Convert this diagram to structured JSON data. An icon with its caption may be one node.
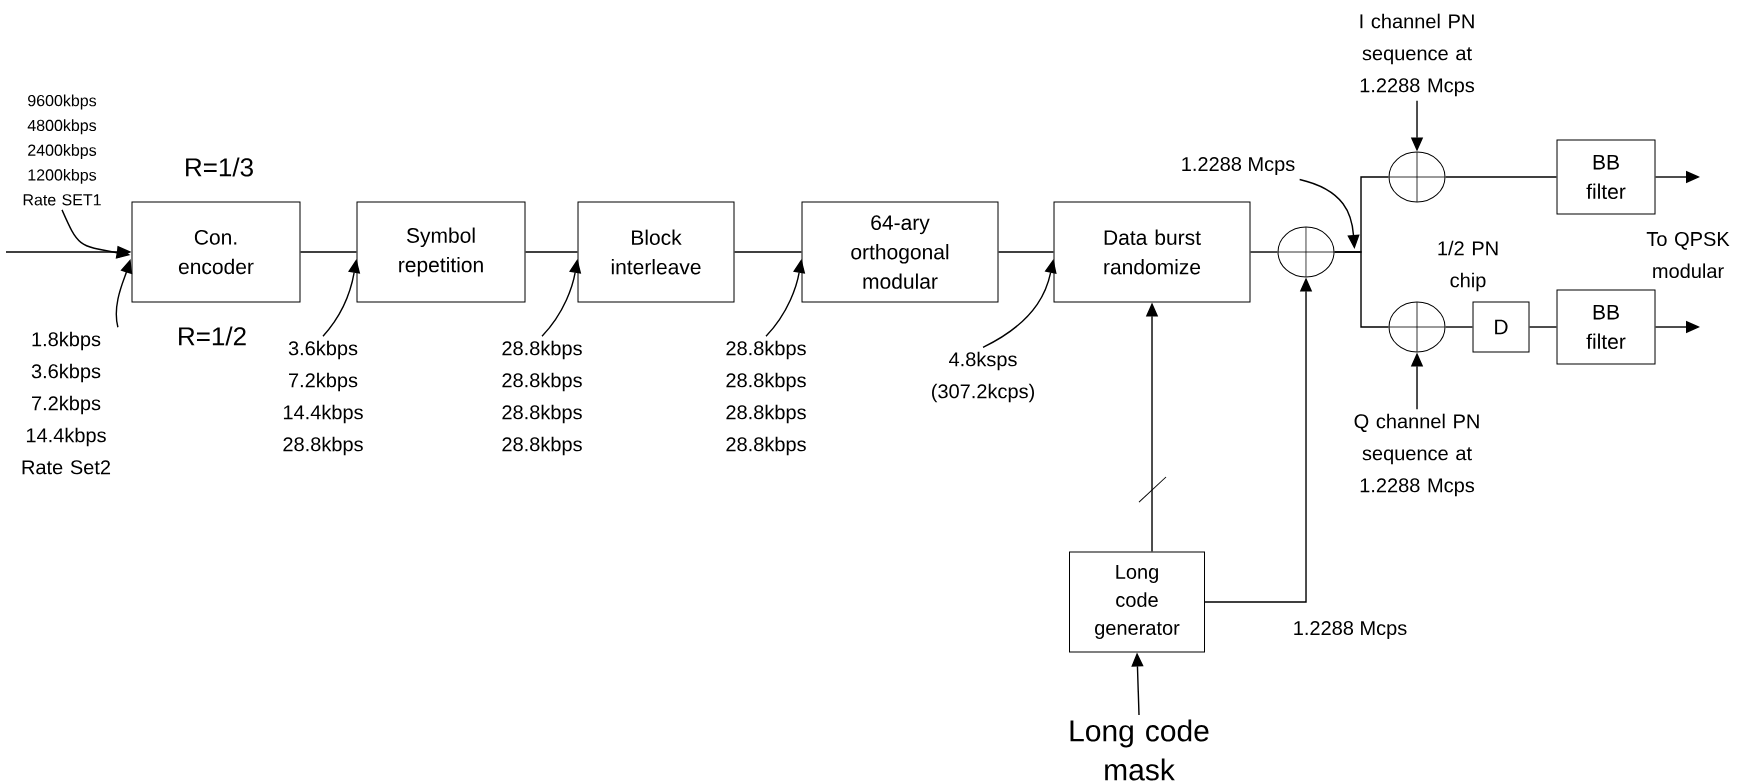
{
  "diagram": {
    "nodes": [
      {
        "text": [
          "Con. encoder"
        ]
      },
      {
        "text": [
          "Symbol repetition"
        ]
      },
      {
        "text": [
          "Block interleave"
        ]
      },
      {
        "text": [
          "64-ary orthogonal modular"
        ]
      },
      {
        "text": [
          "Data burst randomize"
        ]
      },
      {
        "text": [],
        "shape": "circle"
      },
      {
        "text": [],
        "shape": "circle"
      },
      {
        "text": [],
        "shape": "circle"
      },
      {
        "text": [
          "D"
        ],
        "beside": [
          "1/2 PN chip"
        ]
      },
      {
        "text": [
          "BB filter"
        ]
      },
      {
        "text": [
          "BB filter"
        ]
      },
      {
        "text": [
          "Long code generator"
        ]
      },
      {
        "text": [
          "Long code mask"
        ]
      },
      {
        "text": [
          "I channel PN sequence at 1.2288 Mcps"
        ]
      },
      {
        "text": [
          "Q channel PN sequence at 1.2288 Mcps"
        ]
      },
      {
        "text": [
          "9600kbps 4800kbps 2400kbps 1200kbps Rate SET1"
        ]
      },
      {
        "text": [
          "1.8kbps 3.6kbps 7.2kbps 14.4kbps Rate Set2"
        ]
      },
      {
        "text": [
          "3.6kbps 7.2kbps 14.4kbps 28.8kbps"
        ]
      },
      {
        "text": [
          "28.8kbps 28.8kbps 28.8kbps 28.8kbps"
        ]
      },
      {
        "text": [
          "28.8kbps 28.8kbps 28.8kbps 28.8kbps"
        ]
      },
      {
        "text": [
          "4.8ksps (307.2kcps)"
        ]
      },
      {
        "text": [
          "1.2288 Mcps"
        ]
      }
    ],
    "edges": [
      {
        "from": null,
        "to": 0,
        "arrow": "to"
      },
      {
        "from": 0,
        "to": 1,
        "arrow": "none"
      },
      {
        "from": 1,
        "to": 2,
        "arrow": "none"
      },
      {
        "from": 2,
        "to": 3,
        "arrow": "none"
      },
      {
        "from": 3,
        "to": 4,
        "arrow": "none"
      },
      {
        "from": 4,
        "to": 5,
        "arrow": "none"
      },
      {
        "from": 5,
        "to": 6,
        "arrow": "none"
      },
      {
        "from": 5,
        "to": 7,
        "arrow": "none"
      },
      {
        "from": 6,
        "to": 9,
        "arrow": "none"
      },
      {
        "from": 7,
        "to": 8,
        "arrow": "none"
      },
      {
        "from": 8,
        "to": 10,
        "arrow": "none"
      },
      {
        "from": 9,
        "to": null,
        "arrow": "to"
      },
      {
        "from": 10,
        "to": null,
        "arrow": "to"
      },
      {
        "from": 13,
        "to": 6,
        "arrow": "to"
      },
      {
        "from": 14,
        "to": 7,
        "arrow": "to"
      },
      {
        "from": 11,
        "to": 4,
        "arrow": "to"
      },
      {
        "from": 11,
        "to": 5,
        "arrow": "to"
      },
      {
        "from": 12,
        "to": 11,
        "arrow": "to"
      },
      {
        "from": 15,
        "to": 0,
        "arrow": "to"
      },
      {
        "from": 16,
        "to": 0,
        "arrow": "to"
      },
      {
        "from": 17,
        "to": 1,
        "arrow": "to"
      },
      {
        "from": 18,
        "to": 2,
        "arrow": "to"
      },
      {
        "from": 19,
        "to": 3,
        "arrow": "to"
      },
      {
        "from": 20,
        "to": 4,
        "arrow": "to"
      },
      {
        "from": 21,
        "to": 5,
        "arrow": "to"
      }
    ],
    "labels": [
      "R=1/3",
      "R=1/2",
      "To QPSK modular",
      "1.2288 Mcps"
    ]
  }
}
